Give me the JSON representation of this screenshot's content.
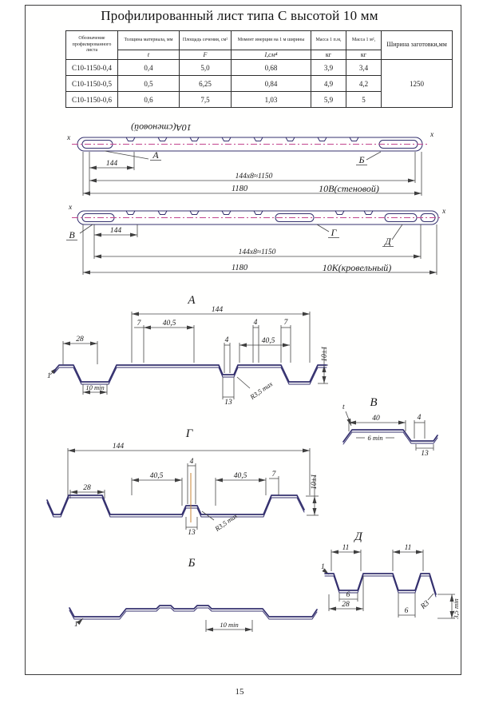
{
  "page": {
    "title": "Профилированный лист типа С высотой 10 мм",
    "page_number": "15"
  },
  "table": {
    "headers": {
      "designation": "Обозначение профилированного листа",
      "thickness": "Толщина материала, мм",
      "area": "Площадь сечения, см²",
      "inertia": "Момент инерции на 1 м ширины",
      "mass_pm": "Масса 1 п.м,",
      "mass_m2": "Масса 1 м²,",
      "width": "Ширина заготовки,мм"
    },
    "subheaders": [
      "t",
      "F",
      "I,см⁴",
      "кг",
      "кг"
    ],
    "rows": [
      [
        "С10-1150-0,4",
        "0,4",
        "5,0",
        "0,68",
        "3,9",
        "3,4"
      ],
      [
        "С10-1150-0,5",
        "0,5",
        "6,25",
        "0,84",
        "4,9",
        "4,2"
      ],
      [
        "С10-1150-0,6",
        "0,6",
        "7,5",
        "1,03",
        "5,9",
        "5"
      ]
    ],
    "blank_width": "1250"
  },
  "plan_wall": {
    "flipped_label": "10А(стеновой)",
    "callout_a": "А",
    "callout_b": "Б",
    "dim_module": "144",
    "dim_pitch": "144x8≈1150",
    "dim_overall": "1180",
    "series_label": "10В(стеновой)",
    "axis_left": "x",
    "axis_right": "x"
  },
  "plan_roof": {
    "callout_v": "В",
    "callout_g": "Г",
    "callout_d": "Д",
    "dim_module": "144",
    "dim_pitch": "144x8≈1150",
    "dim_overall": "1180",
    "series_label": "10К(кровельный)",
    "axis_left": "x",
    "axis_right": "x"
  },
  "section_a": {
    "label": "А",
    "dim_overall": "144",
    "dim_7_left": "7",
    "dim_405_left": "40,5",
    "dim_4_right": "4",
    "dim_7_right": "7",
    "dim_4_mid": "4",
    "dim_405_right": "40,5",
    "dim_28": "28",
    "dim_height": "10±1",
    "dim_thk": "1",
    "dim_flat": "10 min",
    "dim_13": "13",
    "dim_radius": "R3,5 max"
  },
  "section_v": {
    "label": "В",
    "dim_t": "t",
    "dim_40": "40",
    "dim_4": "4",
    "dim_6min": "6 min",
    "dim_13": "13"
  },
  "section_g": {
    "label": "Г",
    "dim_overall": "144",
    "dim_4": "4",
    "dim_405_left": "40,5",
    "dim_405_right": "40,5",
    "dim_7": "7",
    "dim_28": "28",
    "dim_height": "10±1",
    "dim_13": "13",
    "dim_radius": "R3,5 max"
  },
  "section_b": {
    "label": "Б",
    "dim_thk": "1",
    "dim_flat": "10 min"
  },
  "section_d": {
    "label": "Д",
    "dim_11_left": "11",
    "dim_11_right": "11",
    "dim_thk": "1",
    "dim_6_left": "6",
    "dim_28": "28",
    "dim_6_right": "6",
    "dim_radius": "R3",
    "dim_35min": "3,5 min"
  }
}
